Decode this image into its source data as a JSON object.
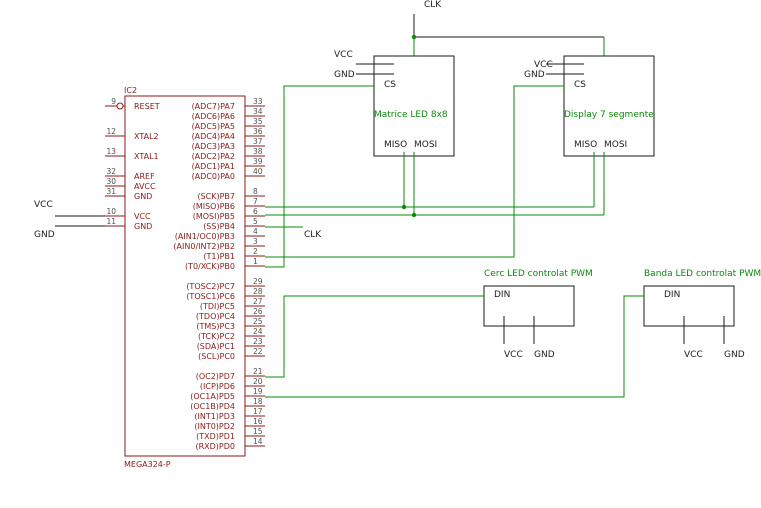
{
  "chip": {
    "name": "IC2",
    "part": "MEGA324-P",
    "left_pins": [
      {
        "num": "9",
        "label": "RESET"
      },
      {
        "num": "12",
        "label": "XTAL2"
      },
      {
        "num": "13",
        "label": "XTAL1"
      },
      {
        "num": "32",
        "label": "AREF"
      },
      {
        "num": "30",
        "label": "AVCC"
      },
      {
        "num": "31",
        "label": "GND"
      },
      {
        "num": "10",
        "label": "VCC"
      },
      {
        "num": "11",
        "label": "GND"
      }
    ],
    "right_pins": [
      {
        "num": "33",
        "label": "(ADC7)PA7"
      },
      {
        "num": "34",
        "label": "(ADC6)PA6"
      },
      {
        "num": "35",
        "label": "(ADC5)PA5"
      },
      {
        "num": "36",
        "label": "(ADC4)PA4"
      },
      {
        "num": "37",
        "label": "(ADC3)PA3"
      },
      {
        "num": "38",
        "label": "(ADC2)PA2"
      },
      {
        "num": "39",
        "label": "(ADC1)PA1"
      },
      {
        "num": "40",
        "label": "(ADC0)PA0"
      },
      {
        "num": "8",
        "label": "(SCK)PB7"
      },
      {
        "num": "7",
        "label": "(MISO)PB6"
      },
      {
        "num": "6",
        "label": "(MOSI)PB5"
      },
      {
        "num": "5",
        "label": "(SS)PB4"
      },
      {
        "num": "4",
        "label": "(AIN1/OC0)PB3"
      },
      {
        "num": "3",
        "label": "(AIN0/INT2)PB2"
      },
      {
        "num": "2",
        "label": "(T1)PB1"
      },
      {
        "num": "1",
        "label": "(T0/XCK)PB0"
      },
      {
        "num": "29",
        "label": "(TOSC2)PC7"
      },
      {
        "num": "28",
        "label": "(TOSC1)PC6"
      },
      {
        "num": "27",
        "label": "(TDI)PC5"
      },
      {
        "num": "26",
        "label": "(TDO)PC4"
      },
      {
        "num": "25",
        "label": "(TMS)PC3"
      },
      {
        "num": "24",
        "label": "(TCK)PC2"
      },
      {
        "num": "23",
        "label": "(SDA)PC1"
      },
      {
        "num": "22",
        "label": "(SCL)PC0"
      },
      {
        "num": "21",
        "label": "(OC2)PD7"
      },
      {
        "num": "20",
        "label": "(ICP)PD6"
      },
      {
        "num": "19",
        "label": "(OC1A)PD5"
      },
      {
        "num": "18",
        "label": "(OC1B)PD4"
      },
      {
        "num": "17",
        "label": "(INT1)PD3"
      },
      {
        "num": "16",
        "label": "(INT0)PD2"
      },
      {
        "num": "15",
        "label": "(TXD)PD1"
      },
      {
        "num": "14",
        "label": "(RXD)PD0"
      }
    ]
  },
  "power": {
    "vcc": "VCC",
    "gnd": "GND",
    "clk": "CLK"
  },
  "modules": {
    "matrix": {
      "title": "Matrice LED 8x8",
      "cs": "CS",
      "miso": "MISO",
      "mosi": "MOSI",
      "vcc": "VCC",
      "gnd": "GND"
    },
    "display": {
      "title": "Display 7 segmente",
      "cs": "CS",
      "miso": "MISO",
      "mosi": "MOSI",
      "vcc": "VCC",
      "gnd": "GND"
    },
    "ring": {
      "title": "Cerc LED controlat PWM",
      "din": "DIN",
      "vcc": "VCC",
      "gnd": "GND"
    },
    "strip": {
      "title": "Banda LED controlat PWM",
      "din": "DIN",
      "vcc": "VCC",
      "gnd": "GND"
    }
  }
}
